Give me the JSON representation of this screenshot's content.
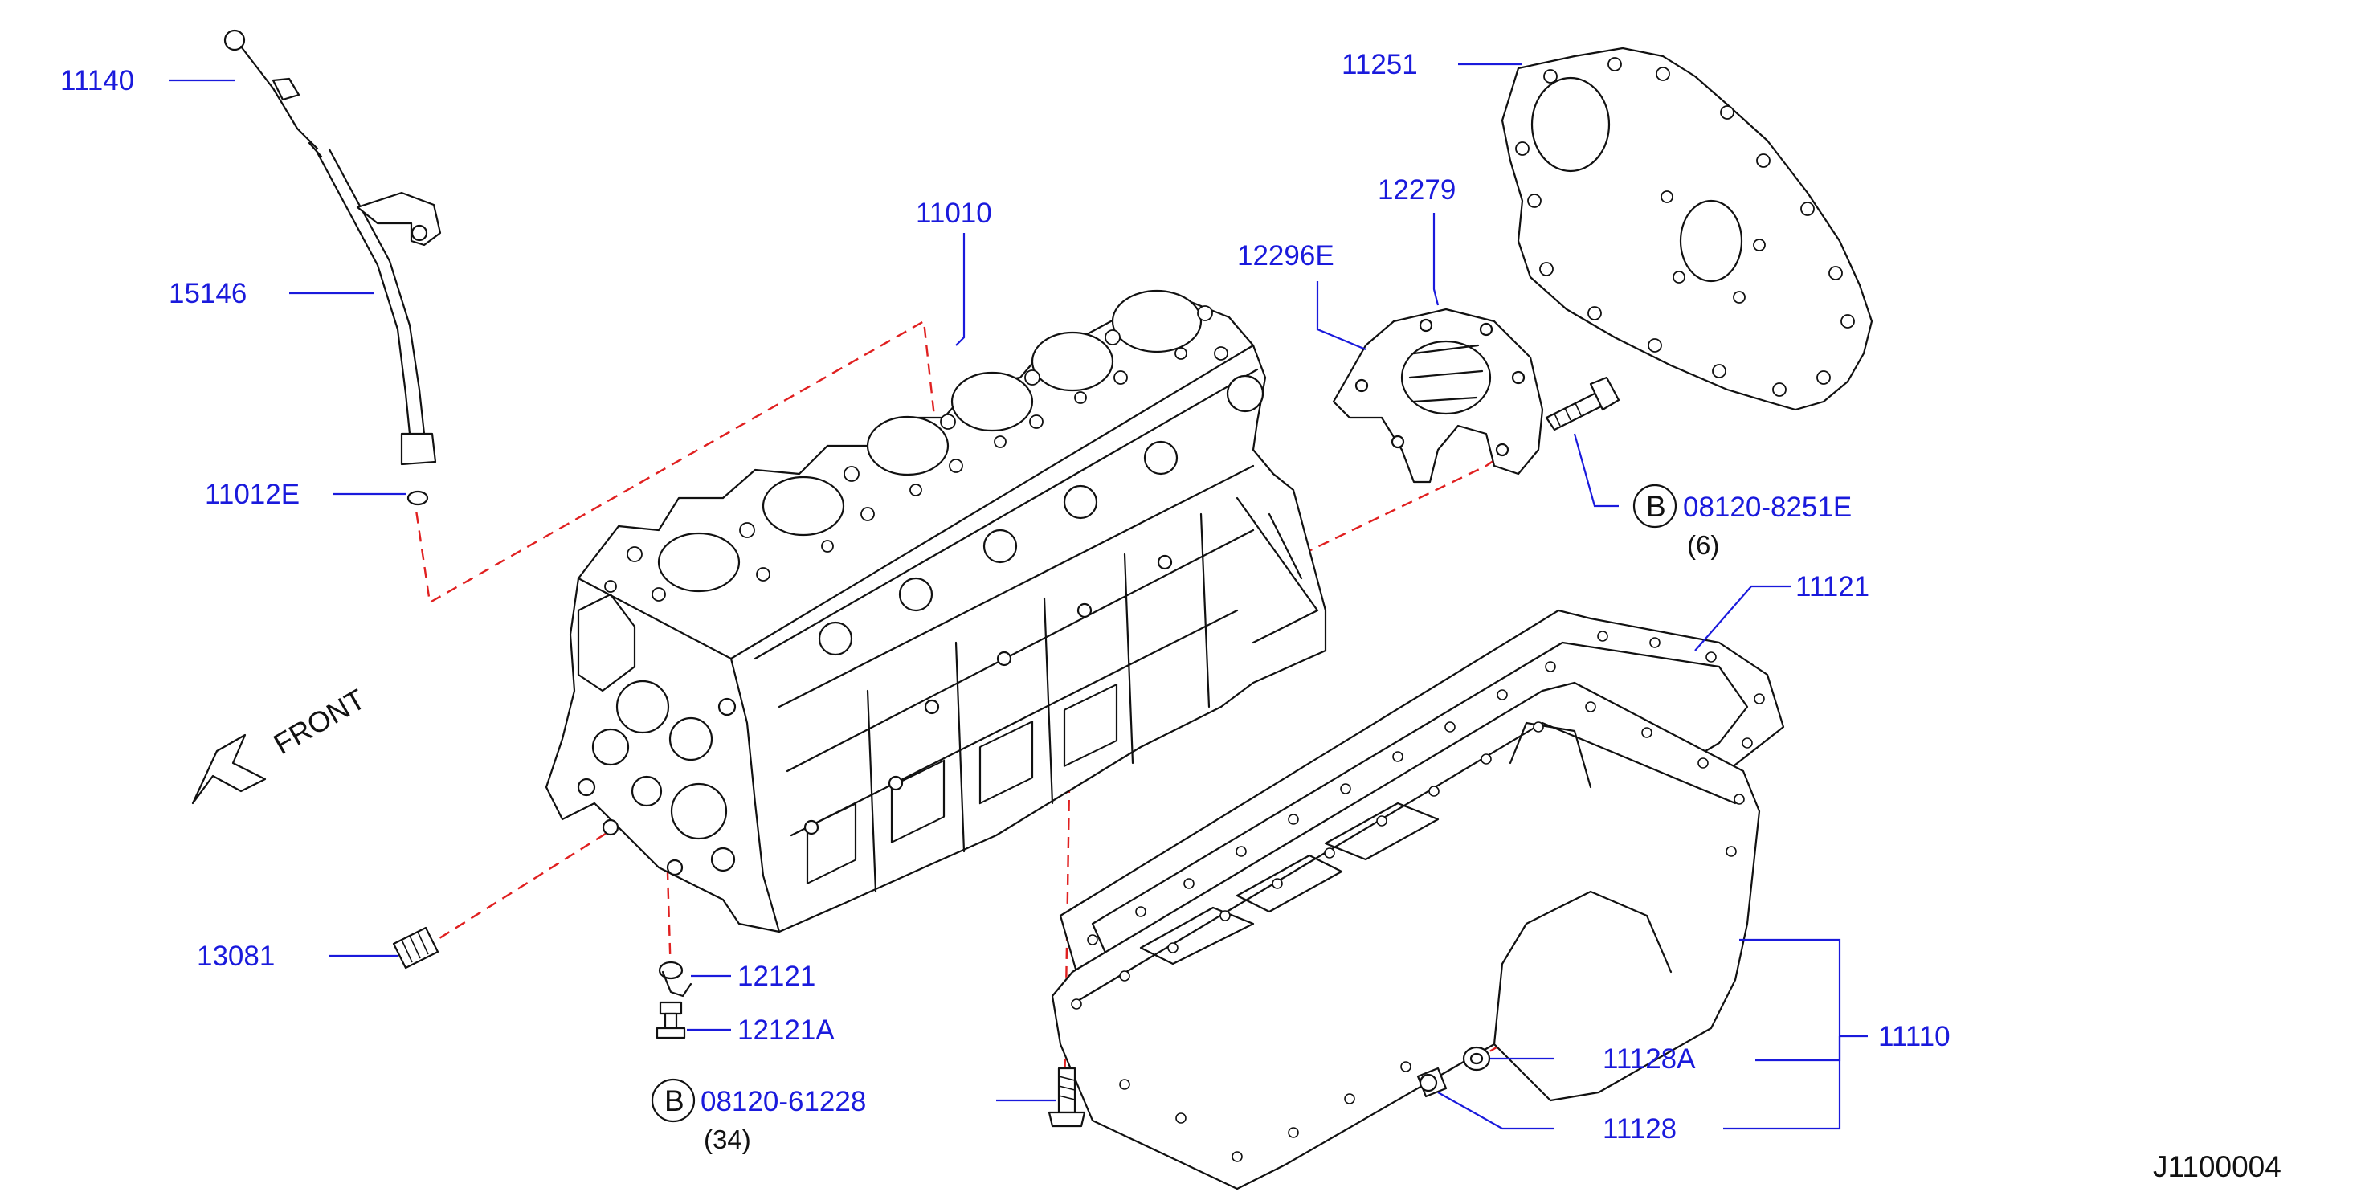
{
  "diagram_ref": "J1100004",
  "front_label": "FRONT",
  "parts": {
    "p11140": "11140",
    "p15146": "15146",
    "p11012E": "11012E",
    "p11010": "11010",
    "p12296E": "12296E",
    "p12279": "12279",
    "p11251": "11251",
    "p08120_8251E": "08120-8251E",
    "p11121": "11121",
    "p13081": "13081",
    "p12121": "12121",
    "p12121A": "12121A",
    "p08120_61228": "08120-61228",
    "p11110": "11110",
    "p11128A": "11128A",
    "p11128": "11128"
  },
  "quantities": {
    "q08120_8251E": "(6)",
    "q08120_61228": "(34)"
  },
  "bolt_marks": {
    "b1": "B",
    "b2": "B"
  },
  "colors": {
    "label": "#1a1adc",
    "dashed_line": "#e02020",
    "ink": "#111111"
  }
}
